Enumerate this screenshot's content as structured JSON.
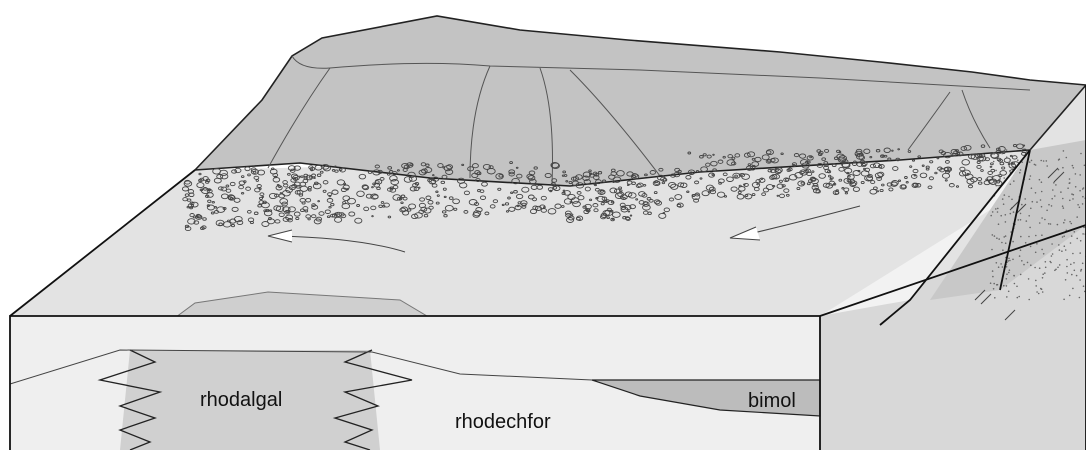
{
  "labels": {
    "facies_left": "rhodalgal",
    "facies_center": "rhodechfor",
    "facies_right": "bimol"
  },
  "colors": {
    "land": "#c4c4c4",
    "shelf_surface": "#e2e2e2",
    "front_face": "#efefef",
    "rhodalgal_body": "#cfcfcf",
    "bimol_body": "#bdbdbd",
    "side_face": "#d6d6d6",
    "outline": "#222222"
  },
  "icons": {
    "pebbles": "conglomerate-pebble-pattern",
    "current_arrows": "current-flow-arrow",
    "faults": "fault-line-symbol"
  }
}
